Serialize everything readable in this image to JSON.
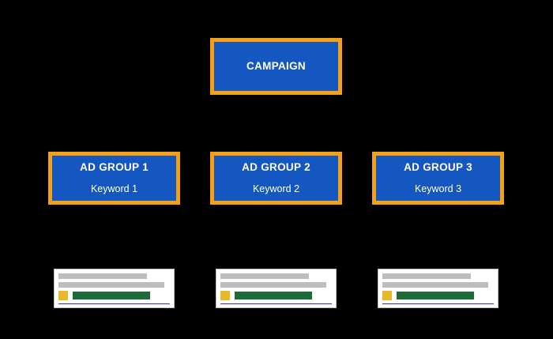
{
  "diagram": {
    "title": "Campaign structure hierarchy",
    "background_color": "#000000",
    "node_fill_color": "#1557C0",
    "node_border_color": "#F5A015",
    "node_text_color": "#FFFFFF"
  },
  "campaign": {
    "label": "CAMPAIGN"
  },
  "ad_groups": [
    {
      "title": "AD GROUP 1",
      "keyword": "Keyword 1"
    },
    {
      "title": "AD GROUP 2",
      "keyword": "Keyword 2"
    },
    {
      "title": "AD GROUP 3",
      "keyword": "Keyword 3"
    }
  ],
  "ad_previews": [
    {
      "name": "ad-preview-1",
      "card_background": "#FFFFFF",
      "headline_bar_color": "#BDBDBD",
      "badge_color": "#E8B92A",
      "url_bar_color": "#1E6B3A",
      "cta_bar_color": "#2E35B8"
    },
    {
      "name": "ad-preview-2",
      "card_background": "#FFFFFF",
      "headline_bar_color": "#BDBDBD",
      "badge_color": "#E8B92A",
      "url_bar_color": "#1E6B3A",
      "cta_bar_color": "#2E35B8"
    },
    {
      "name": "ad-preview-3",
      "card_background": "#FFFFFF",
      "headline_bar_color": "#BDBDBD",
      "badge_color": "#E8B92A",
      "url_bar_color": "#1E6B3A",
      "cta_bar_color": "#2E35B8"
    }
  ]
}
